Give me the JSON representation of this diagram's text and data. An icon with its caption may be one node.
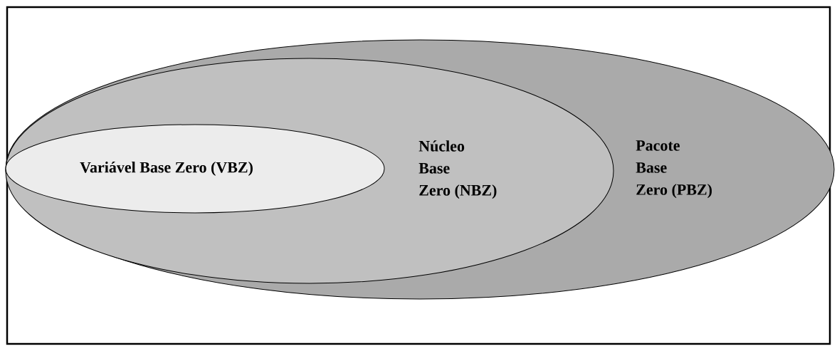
{
  "diagram": {
    "nodes": [
      {
        "text": [
          "Pacote Base Zero (PBZ)"
        ]
      },
      {
        "text": [
          "Núcleo Base Zero (NBZ)"
        ],
        "in": 0
      },
      {
        "text": [
          "Variável Base Zero (VBZ)"
        ],
        "in": 1
      }
    ]
  }
}
